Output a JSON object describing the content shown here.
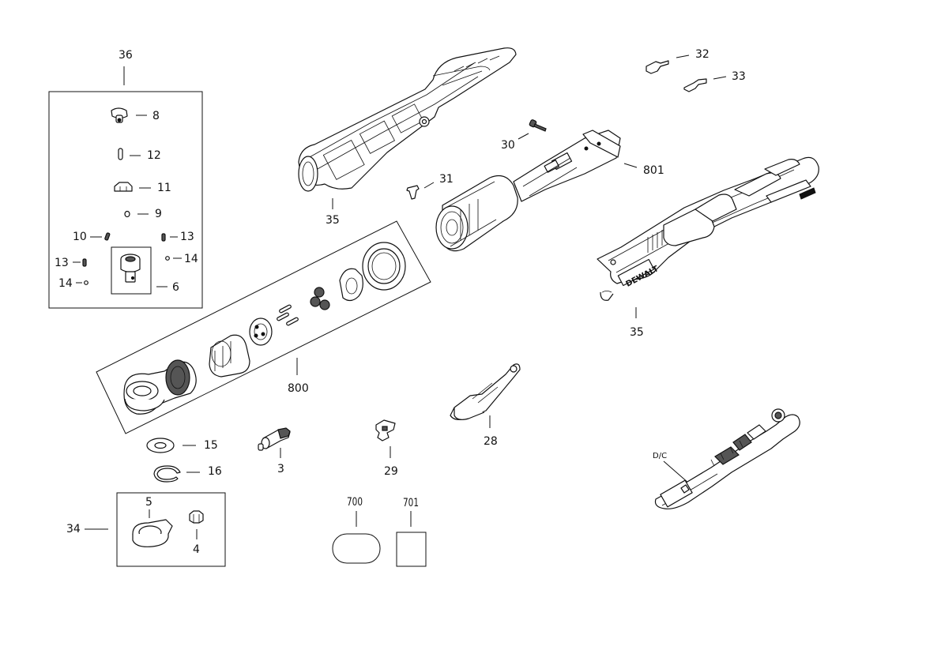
{
  "labels": {
    "l36": "36",
    "l8": "8",
    "l12": "12",
    "l11": "11",
    "l9": "9",
    "l10": "10",
    "l13a": "13",
    "l13b": "13",
    "l14a": "14",
    "l14b": "14",
    "l6": "6",
    "l35a": "35",
    "l35b": "35",
    "l31": "31",
    "l30": "30",
    "l801": "801",
    "l32": "32",
    "l33": "33",
    "l800": "800",
    "l15": "15",
    "l16": "16",
    "l3": "3",
    "l29": "29",
    "l28": "28",
    "l34": "34",
    "l5": "5",
    "l4": "4",
    "l700": "700",
    "l701": "701",
    "ldc": "D/C"
  },
  "brand": {
    "housing_logo": "DEWALT"
  }
}
